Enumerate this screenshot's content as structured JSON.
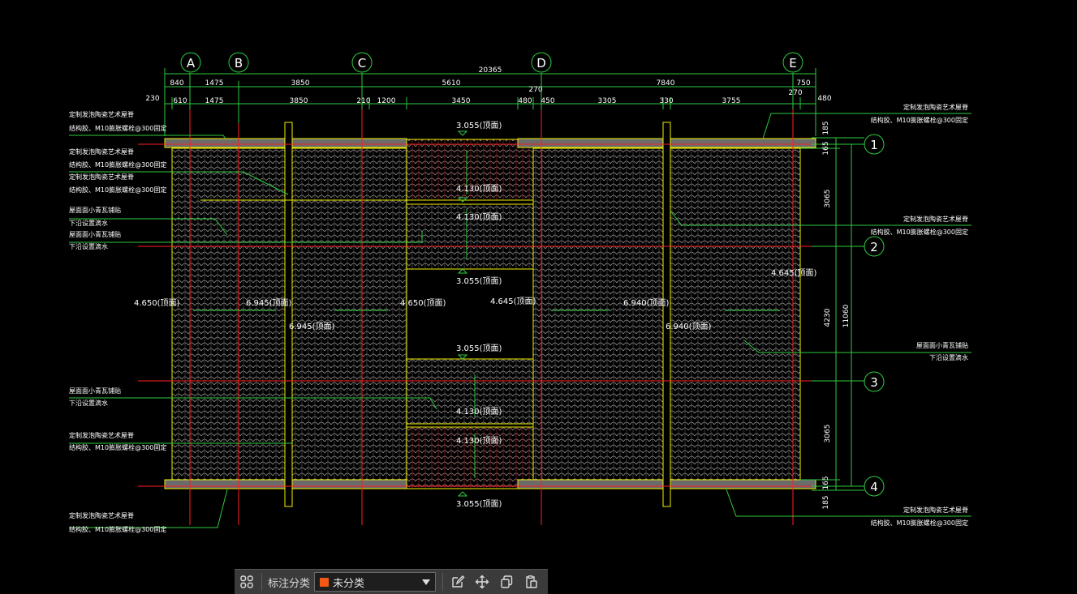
{
  "drawing": {
    "grid_axes_horizontal": [
      "A",
      "B",
      "C",
      "D",
      "E"
    ],
    "grid_axes_vertical": [
      "1",
      "2",
      "3",
      "4"
    ],
    "overall_dimension": "20365",
    "dim_row_top": [
      "840",
      "1475",
      "3850",
      "5610",
      "7840",
      "750"
    ],
    "dim_mid_270_label": "270",
    "dim_row_second": [
      "230",
      "610",
      "1475",
      "3850",
      "210",
      "1200",
      "3450",
      "480",
      "450",
      "3305",
      "330",
      "3755",
      "270",
      "480"
    ],
    "right_dims": [
      "185",
      "165",
      "3065",
      "4230",
      "3065",
      "165",
      "185"
    ],
    "right_total": "11060",
    "elevations": {
      "e3055": "3.055(顶面)",
      "e4130": "4.130(顶面)",
      "e4650": "4.650(顶面)",
      "e4645": "4.645(顶面)",
      "e6945": "6.945(顶面)",
      "e6940": "6.940(顶面)"
    },
    "notes": {
      "ridge_line1": "定制发泡陶瓷艺术屋脊",
      "ridge_line2": "结构胶、M10膨胀螺栓@300固定",
      "tile_line1": "屋面面小青瓦铺贴",
      "tile_line2": "下沿设置滴水"
    },
    "colors": {
      "grid": "#ff1f1f",
      "dimension": "#2ecc40",
      "outline": "#f0f000",
      "tile": "#8a8a8a",
      "bubble": "#ffffff",
      "background": "#000000"
    }
  },
  "toolbar": {
    "category_label": "标注分类",
    "category_value": "未分类",
    "category_color": "#f05a14",
    "icons": [
      "grid-icon",
      "edit-icon",
      "move-icon",
      "copy-icon",
      "paste-icon"
    ]
  }
}
